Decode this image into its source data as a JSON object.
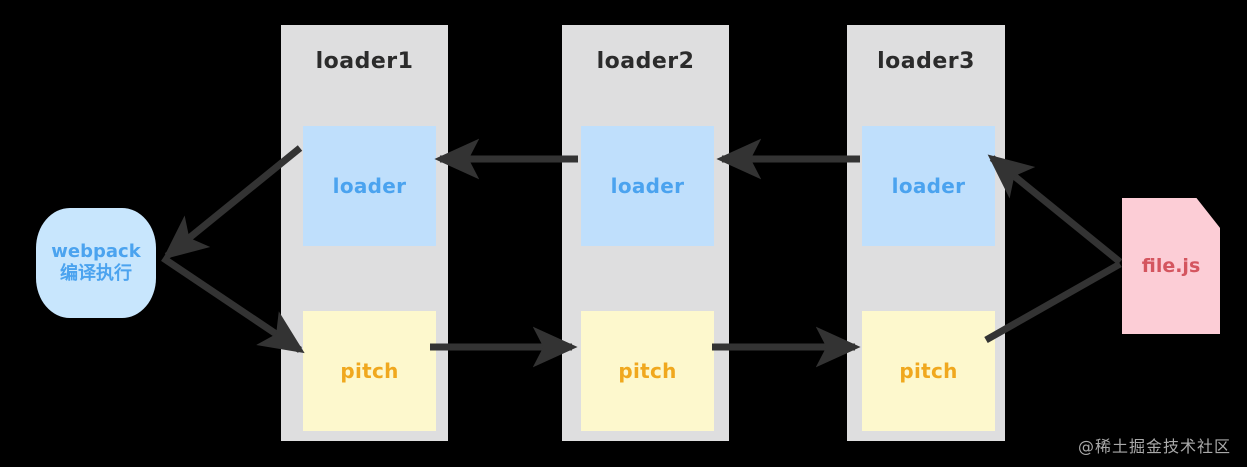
{
  "diagram": {
    "title": "webpack loader pitch execution order",
    "background": "#000000",
    "panel_color": "#dededf",
    "loader_box_color": "#bfdffc",
    "loader_text_color": "#4ba3ef",
    "pitch_box_color": "#fdf8cd",
    "pitch_text_color": "#f0a81e",
    "file_box_color": "#fccdd6",
    "file_text_color": "#d4555f",
    "webpack_box_color": "#c8e6fd",
    "arrow_color": "#333333"
  },
  "source": {
    "label_line1": "webpack",
    "label_line2": "编译执行"
  },
  "columns": [
    {
      "title": "loader1",
      "loader_label": "loader",
      "pitch_label": "pitch"
    },
    {
      "title": "loader2",
      "loader_label": "loader",
      "pitch_label": "pitch"
    },
    {
      "title": "loader3",
      "loader_label": "loader",
      "pitch_label": "pitch"
    }
  ],
  "target": {
    "label": "file.js"
  },
  "arrows": [
    {
      "name": "loader1-to-webpack",
      "from": "loader1.loader",
      "to": "webpack",
      "direction": "left"
    },
    {
      "name": "webpack-to-pitch1",
      "from": "webpack",
      "to": "loader1.pitch",
      "direction": "right"
    },
    {
      "name": "loader2-to-loader1",
      "from": "loader2.loader",
      "to": "loader1.loader",
      "direction": "left"
    },
    {
      "name": "loader3-to-loader2",
      "from": "loader3.loader",
      "to": "loader2.loader",
      "direction": "left"
    },
    {
      "name": "pitch1-to-pitch2",
      "from": "loader1.pitch",
      "to": "loader2.pitch",
      "direction": "right"
    },
    {
      "name": "pitch2-to-pitch3",
      "from": "loader2.pitch",
      "to": "loader3.pitch",
      "direction": "right"
    },
    {
      "name": "filejs-to-loader3",
      "from": "file.js",
      "to": "loader3.loader",
      "direction": "left"
    },
    {
      "name": "pitch3-to-filejs",
      "from": "loader3.pitch",
      "to": "file.js",
      "direction": "right"
    }
  ],
  "watermark": {
    "text": "@稀土掘金技术社区"
  }
}
